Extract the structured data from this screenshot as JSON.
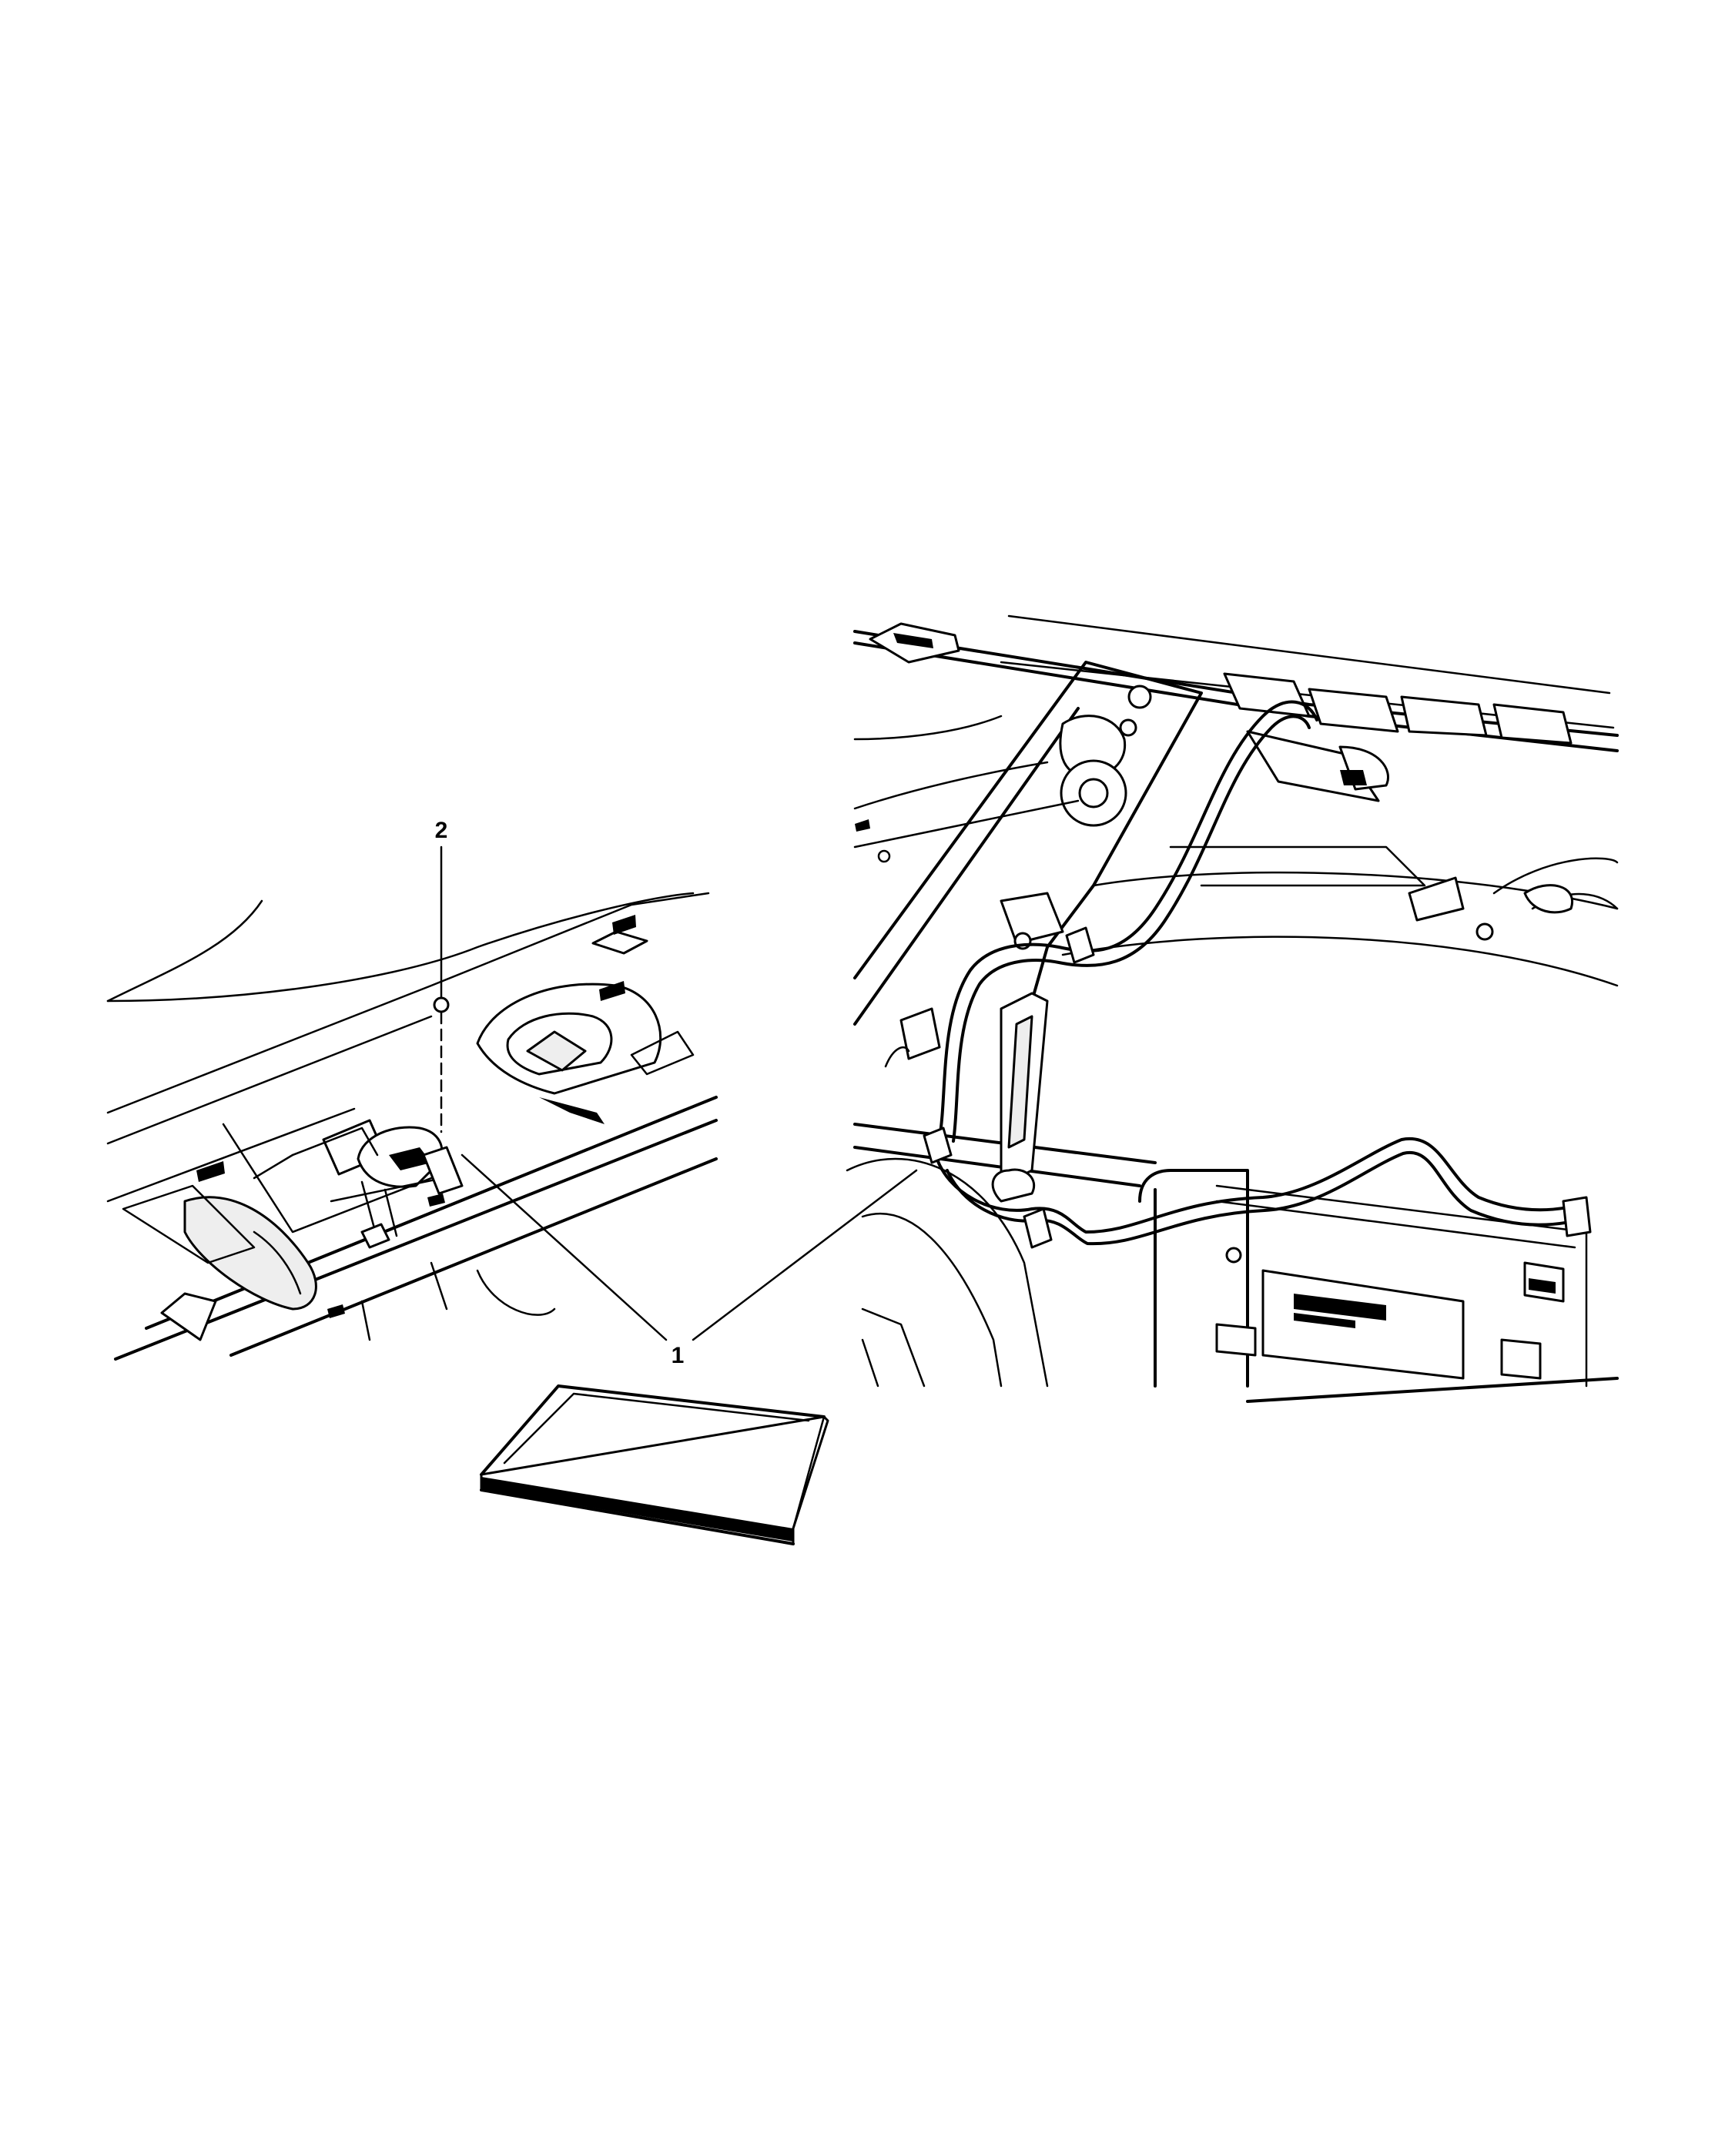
{
  "diagram": {
    "callouts": [
      {
        "id": "1",
        "text": "1"
      },
      {
        "id": "2",
        "text": "2"
      }
    ],
    "colors": {
      "line": "#000000",
      "background": "#ffffff",
      "shade": "#eeeeee"
    }
  }
}
